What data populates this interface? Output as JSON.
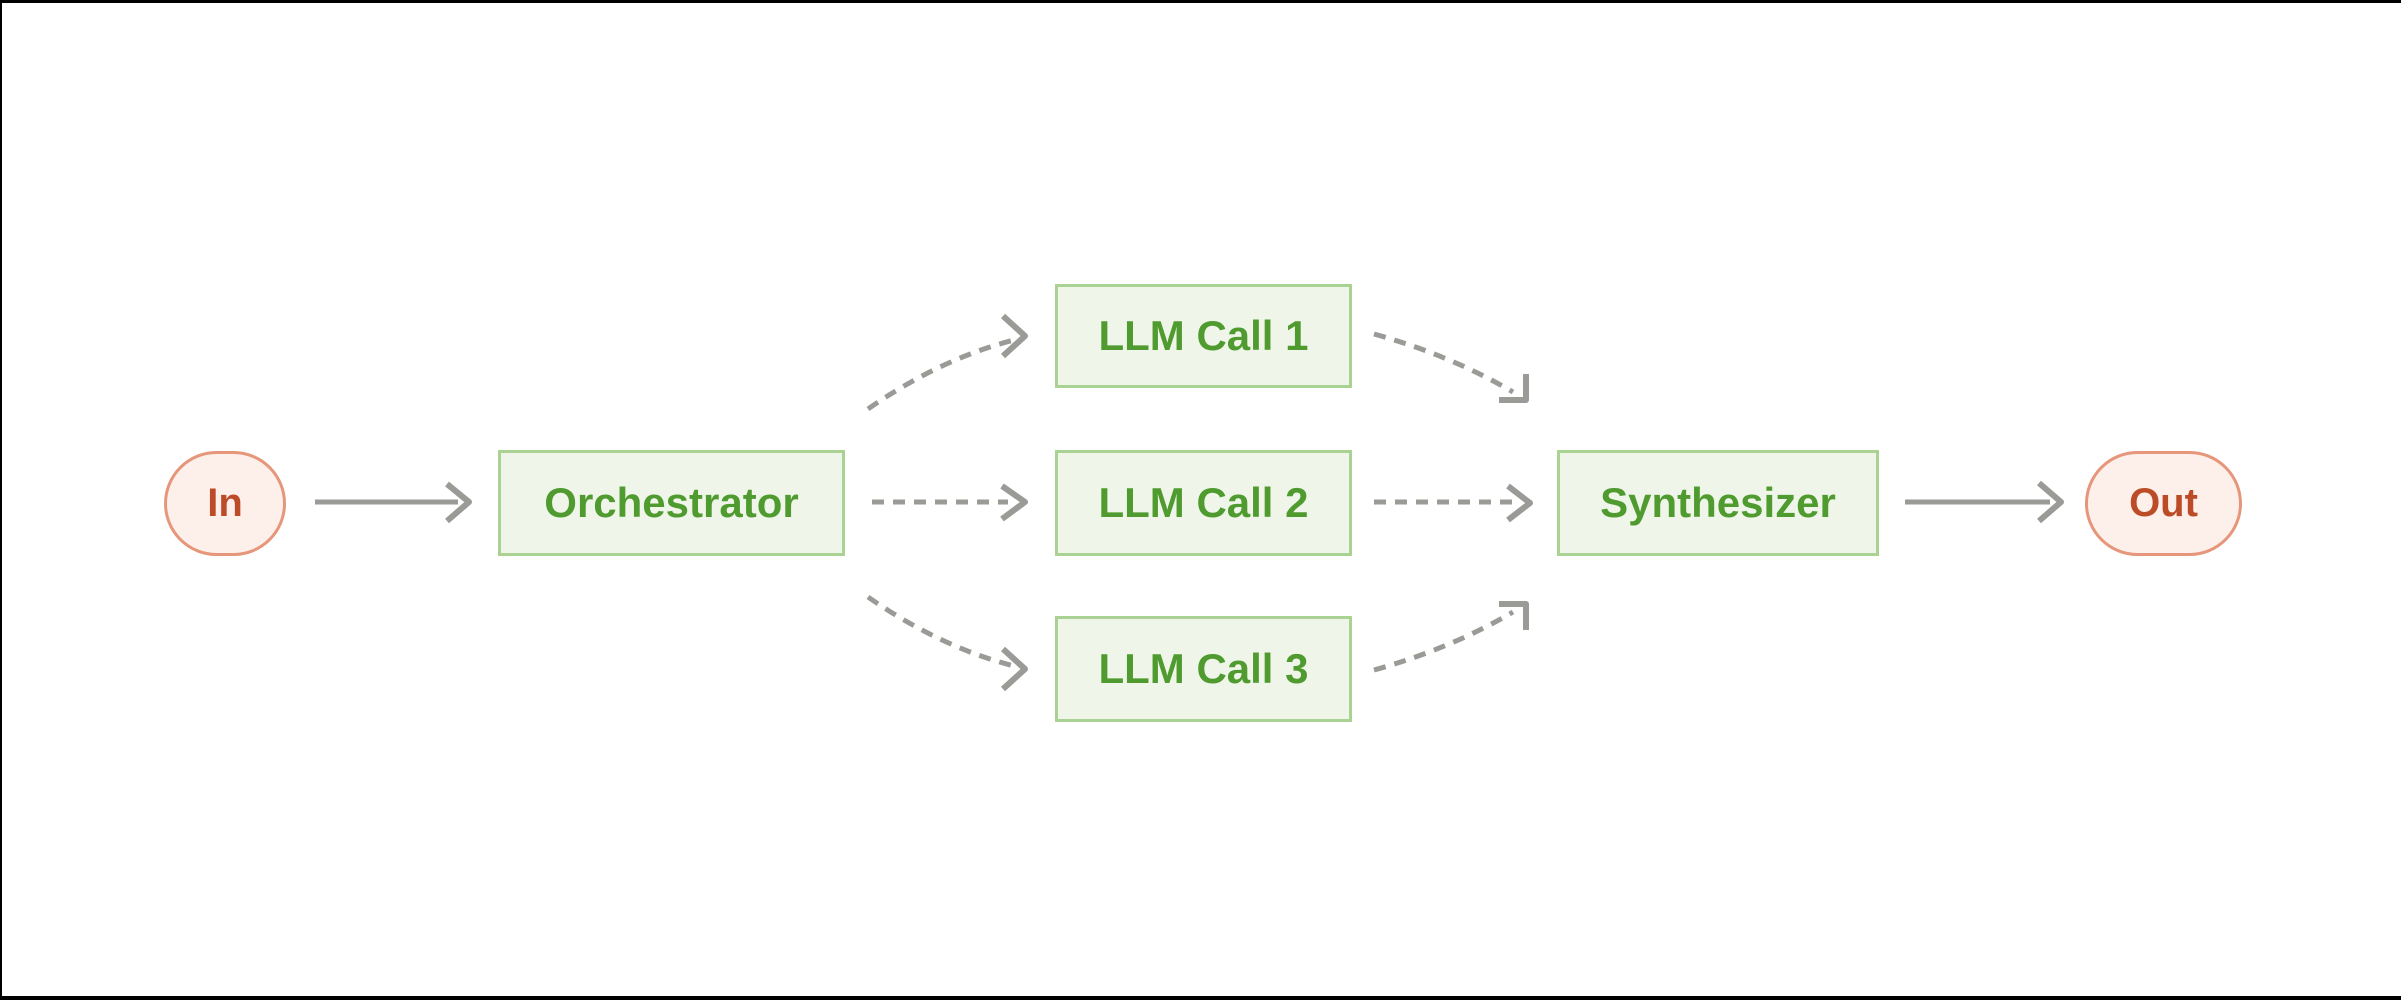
{
  "diagram": {
    "title": "orchestrator-workers workflow",
    "background": "#ffffff",
    "frame_color": "#000000",
    "palette": {
      "process_fill": "#eff6e9",
      "process_border": "#aad293",
      "process_text": "#4f9b2f",
      "terminal_fill": "#fdf0ea",
      "terminal_border": "#e6967a",
      "terminal_text": "#bc4b28",
      "arrow_gray": "#9a9a96"
    },
    "nodes": [
      {
        "id": "in",
        "label": "In",
        "shape": "pill"
      },
      {
        "id": "orchestrator",
        "label": "Orchestrator",
        "shape": "rect"
      },
      {
        "id": "llm1",
        "label": "LLM Call 1",
        "shape": "rect"
      },
      {
        "id": "llm2",
        "label": "LLM Call 2",
        "shape": "rect"
      },
      {
        "id": "llm3",
        "label": "LLM Call 3",
        "shape": "rect"
      },
      {
        "id": "synthesizer",
        "label": "Synthesizer",
        "shape": "rect"
      },
      {
        "id": "out",
        "label": "Out",
        "shape": "pill"
      }
    ],
    "edges": [
      {
        "from": "in",
        "to": "orchestrator",
        "style": "solid"
      },
      {
        "from": "orchestrator",
        "to": "llm1",
        "style": "dashed-curved"
      },
      {
        "from": "orchestrator",
        "to": "llm2",
        "style": "dashed-straight"
      },
      {
        "from": "orchestrator",
        "to": "llm3",
        "style": "dashed-curved"
      },
      {
        "from": "llm1",
        "to": "synthesizer",
        "style": "dashed-curved"
      },
      {
        "from": "llm2",
        "to": "synthesizer",
        "style": "dashed-straight"
      },
      {
        "from": "llm3",
        "to": "synthesizer",
        "style": "dashed-curved"
      },
      {
        "from": "synthesizer",
        "to": "out",
        "style": "solid"
      }
    ]
  }
}
